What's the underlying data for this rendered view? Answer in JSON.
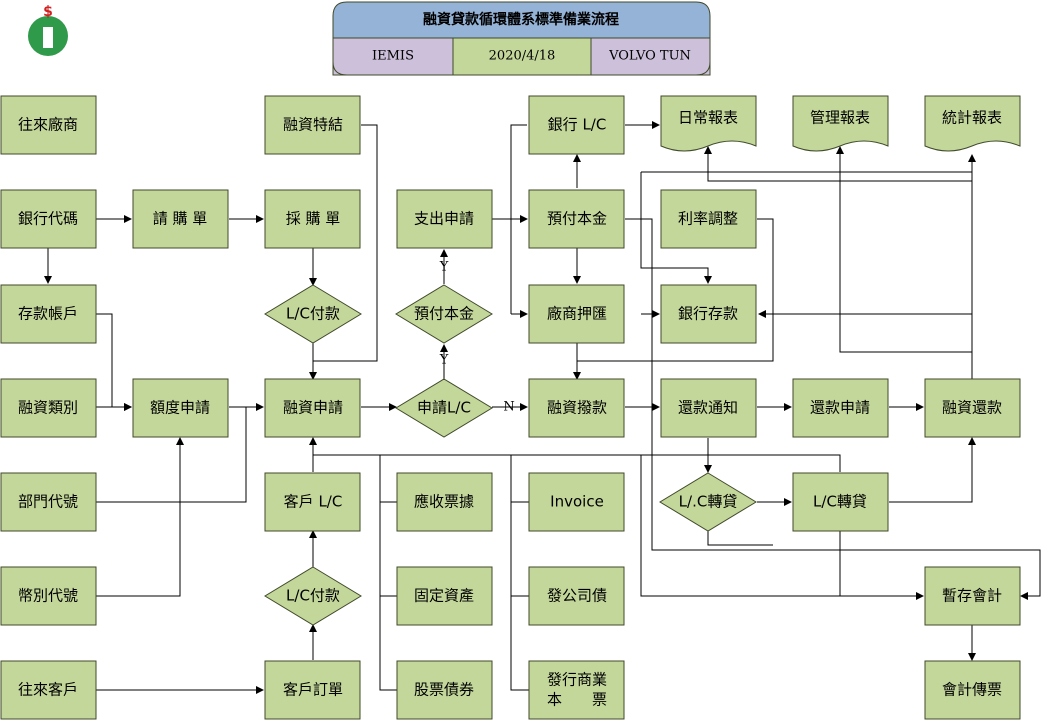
{
  "header": {
    "title": "融資貸款循環體系標準備業流程",
    "cells": [
      "IEMIS",
      "2020/4/18",
      "VOLVO TUN"
    ]
  },
  "nodes": {
    "vendor": "往來廠商",
    "bank_code": "銀行代碼",
    "deposit_account": "存款帳戶",
    "financing_type": "融資類別",
    "dept_code": "部門代號",
    "currency_code": "幣別代號",
    "customer": "往來客戶",
    "purchase_request": "請 購 單",
    "credit_apply": "額度申請",
    "financing_special": "融資特結",
    "purchase_order": "採 購 單",
    "lc_payment_1": "L/C付款",
    "financing_apply": "融資申請",
    "customer_lc": "客戶 L/C",
    "lc_payment_2": "L/C付款",
    "customer_order": "客戶訂單",
    "expense_apply": "支出申請",
    "prepay_decision": "預付本金",
    "apply_lc": "申請L/C",
    "receivable_notes": "應收票據",
    "fixed_assets": "固定資產",
    "stock_bonds": "股票債券",
    "bank_lc": "銀行 L/C",
    "prepay_principal": "預付本金",
    "vendor_remit": "廠商押匯",
    "financing_disburse": "融資撥款",
    "invoice": "Invoice",
    "corp_bond": "發公司債",
    "cp_line1": "發行商業",
    "cp_line2": "本　　票",
    "daily_report": "日常報表",
    "mgmt_report": "管理報表",
    "stat_report": "統計報表",
    "rate_adjust": "利率調整",
    "bank_deposit": "銀行存款",
    "repay_notice": "還款通知",
    "lc_transfer_decision": "L/.C轉貸",
    "repay_apply": "還款申請",
    "lc_transfer": "L/C轉貸",
    "financing_repay": "融資還款",
    "temp_account": "暫存會計",
    "accounting_voucher": "會計傳票"
  },
  "edge_labels": {
    "yes": "Y",
    "no": "N"
  }
}
